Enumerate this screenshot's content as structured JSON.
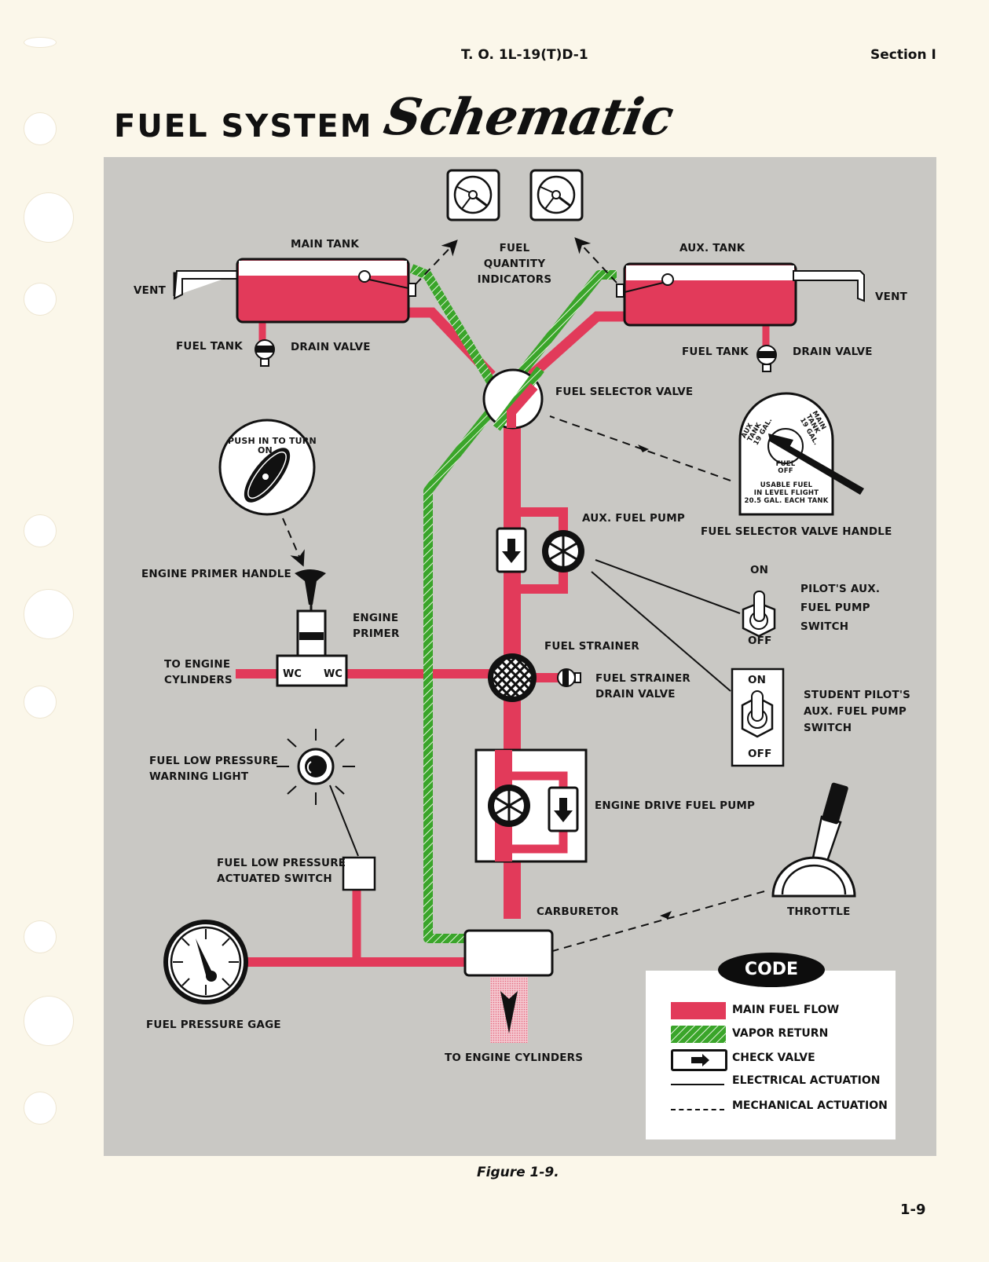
{
  "header": {
    "doc_number": "T. O. 1L-19(T)D-1",
    "section": "Section I",
    "title_bold": "FUEL SYSTEM",
    "title_script": "Schematic"
  },
  "colors": {
    "main_fuel_flow": "#e23a5a",
    "vapor_return": "#3aa52a",
    "panel_bg": "#c9c8c4",
    "page_bg": "#fbf7ea"
  },
  "labels": {
    "main_tank": "MAIN TANK",
    "aux_tank": "AUX. TANK",
    "vent_left": "VENT",
    "vent_right": "VENT",
    "fuel_tank_left": "FUEL TANK",
    "drain_valve_left": "DRAIN VALVE",
    "fuel_tank_right": "FUEL TANK",
    "drain_valve_right": "DRAIN VALVE",
    "fuel_quantity_indicators": [
      "FUEL",
      "QUANTITY",
      "INDICATORS"
    ],
    "fuel_selector_valve": "FUEL SELECTOR VALVE",
    "fuel_selector_valve_handle": "FUEL SELECTOR VALVE HANDLE",
    "primer_knob_text": "PUSH IN TO TURN",
    "primer_knob_on": "ON",
    "engine_primer_handle": "ENGINE  PRIMER  HANDLE",
    "engine_primer": [
      "ENGINE",
      "PRIMER"
    ],
    "to_engine_cylinders_left": [
      "TO ENGINE",
      "CYLINDERS"
    ],
    "aux_fuel_pump": "AUX. FUEL PUMP",
    "pilots_switch_on": "ON",
    "pilots_switch_off": "OFF",
    "pilots_aux_fuel_pump_switch": [
      "PILOT'S AUX.",
      "FUEL PUMP",
      "SWITCH"
    ],
    "fuel_strainer": "FUEL STRAINER",
    "fuel_strainer_drain_valve": [
      "FUEL STRAINER",
      "DRAIN VALVE"
    ],
    "student_switch_on": "ON",
    "student_switch_off": "OFF",
    "student_pilots_aux_fuel_pump_switch": [
      "STUDENT PILOT'S",
      "AUX. FUEL PUMP",
      "SWITCH"
    ],
    "fuel_low_pressure_warning_light": [
      "FUEL LOW PRESSURE",
      "WARNING LIGHT"
    ],
    "engine_drive_fuel_pump": "ENGINE DRIVE FUEL PUMP",
    "fuel_low_pressure_actuated_switch": [
      "FUEL LOW PRESSURE",
      "ACTUATED SWITCH"
    ],
    "carburetor": "CARBURETOR",
    "throttle": "THROTTLE",
    "fuel_pressure_gage": "FUEL PRESSURE GAGE",
    "to_engine_cylinders_bottom": "TO ENGINE CYLINDERS"
  },
  "selector_handle_plate": {
    "aux": [
      "AUX",
      "TANK",
      "19 GAL."
    ],
    "main": [
      "MAIN",
      "TANK",
      "19 GAL."
    ],
    "off": [
      "FUEL",
      "OFF"
    ],
    "usable": [
      "USABLE  FUEL",
      "IN  LEVEL  FLIGHT",
      "20.5 GAL. EACH TANK"
    ]
  },
  "legend": {
    "title": "CODE",
    "items": [
      {
        "label": "MAIN FUEL FLOW",
        "symbol": "red-bar"
      },
      {
        "label": "VAPOR RETURN",
        "symbol": "green-hatched-bar"
      },
      {
        "label": "CHECK VALVE",
        "symbol": "arrow-box"
      },
      {
        "label": "ELECTRICAL ACTUATION",
        "symbol": "solid-line"
      },
      {
        "label": "MECHANICAL ACTUATION",
        "symbol": "dashed-line"
      }
    ]
  },
  "footer": {
    "caption": "Figure 1-9.",
    "page_number": "1-9"
  }
}
